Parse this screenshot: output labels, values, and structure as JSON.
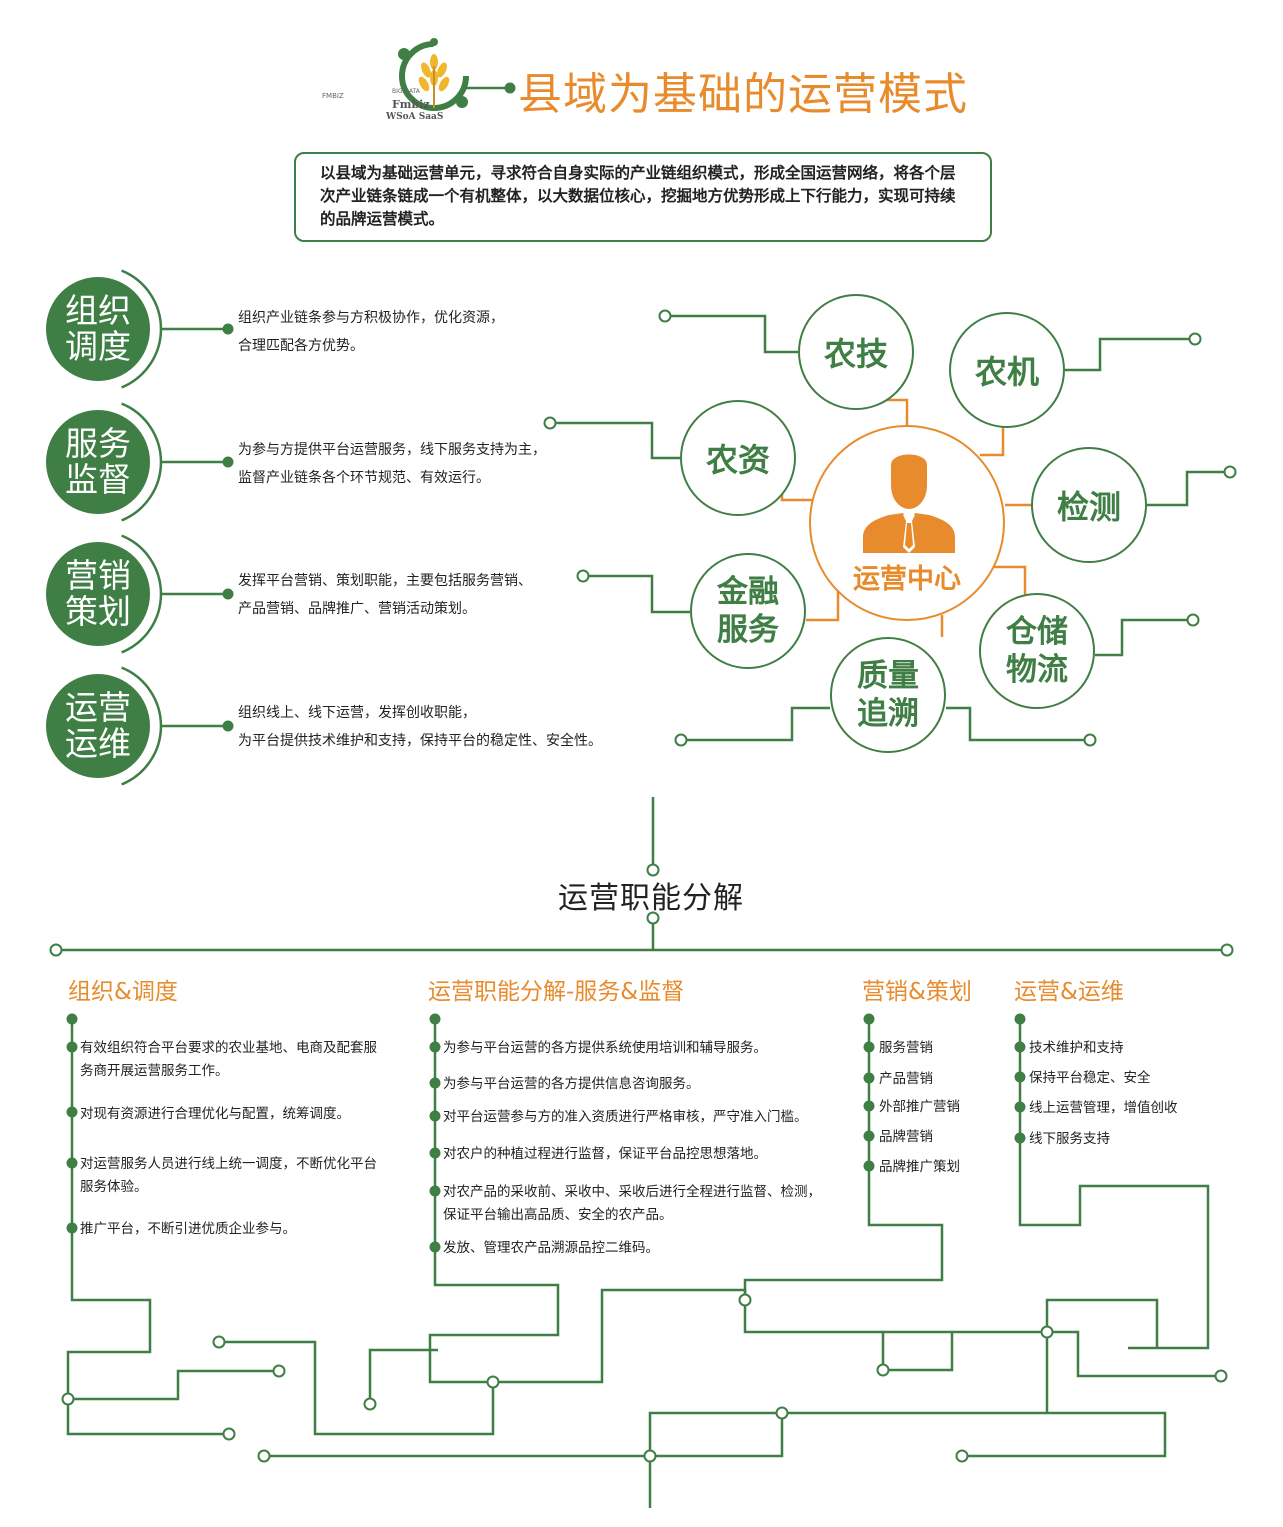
{
  "logo": {
    "brand_small": "FMBIZ",
    "tag_small": "BIG DATA",
    "name": "Fmbiz",
    "product": "WSoA SaaS"
  },
  "title": "县域为基础的运营模式",
  "intro": "以县域为基础运营单元，寻求符合自身实际的产业链组织模式，形成全国运营网络，将各个层次产业链条链成一个有机整体，以大数据位核心，挖掘地方优势形成上下行能力，实现可持续的品牌运营模式。",
  "functions": [
    {
      "line1": "组织",
      "line2": "调度",
      "desc": [
        "组织产业链条参与方积极协作，优化资源，",
        "合理匹配各方优势。"
      ]
    },
    {
      "line1": "服务",
      "line2": "监督",
      "desc": [
        "为参与方提供平台运营服务，线下服务支持为主，",
        "监督产业链条各个环节规范、有效运行。"
      ]
    },
    {
      "line1": "营销",
      "line2": "策划",
      "desc": [
        "发挥平台营销、策划职能，主要包括服务营销、",
        "产品营销、品牌推广、营销活动策划。"
      ]
    },
    {
      "line1": "运营",
      "line2": "运维",
      "desc": [
        "组织线上、线下运营，发挥创收职能，",
        "为平台提供技术维护和支持，保持平台的稳定性、安全性。"
      ]
    }
  ],
  "center": {
    "label": "运营中心",
    "icon": "manager-icon",
    "color": "#e88b2c"
  },
  "hubs": [
    {
      "line1": "农技",
      "line2": ""
    },
    {
      "line1": "农机",
      "line2": ""
    },
    {
      "line1": "农资",
      "line2": ""
    },
    {
      "line1": "检测",
      "line2": ""
    },
    {
      "line1": "金融",
      "line2": "服务"
    },
    {
      "line1": "仓储",
      "line2": "物流"
    },
    {
      "line1": "质量",
      "line2": "追溯"
    }
  ],
  "breakdown_title": "运营职能分解",
  "columns": [
    {
      "title": "组织&调度",
      "items": [
        "有效组织符合平台要求的农业基地、电商及配套服",
        "务商开展运营服务工作。",
        "对现有资源进行合理优化与配置，统筹调度。",
        "对运营服务人员进行线上统一调度，不断优化平台",
        "服务体验。",
        "推广平台，不断引进优质企业参与。"
      ]
    },
    {
      "title": "运营职能分解-服务&监督",
      "items": [
        "为参与平台运营的各方提供系统使用培训和辅导服务。",
        "为参与平台运营的各方提供信息咨询服务。",
        "对平台运营参与方的准入资质进行严格审核，严守准入门槛。",
        "对农户的种植过程进行监督，保证平台品控思想落地。",
        "对农产品的采收前、采收中、采收后进行全程进行监督、检测，",
        "保证平台输出高品质、安全的农产品。",
        "发放、管理农产品溯源品控二维码。"
      ]
    },
    {
      "title": "营销&策划",
      "items": [
        "服务营销",
        "产品营销",
        "外部推广营销",
        "品牌营销",
        "品牌推广策划"
      ]
    },
    {
      "title": "运营&运维",
      "items": [
        "技术维护和支持",
        "保持平台稳定、安全",
        "线上运营管理，增值创收",
        "线下服务支持"
      ]
    }
  ],
  "colors": {
    "green": "#3f7e44",
    "orange": "#e88b2c",
    "text": "#222222"
  }
}
